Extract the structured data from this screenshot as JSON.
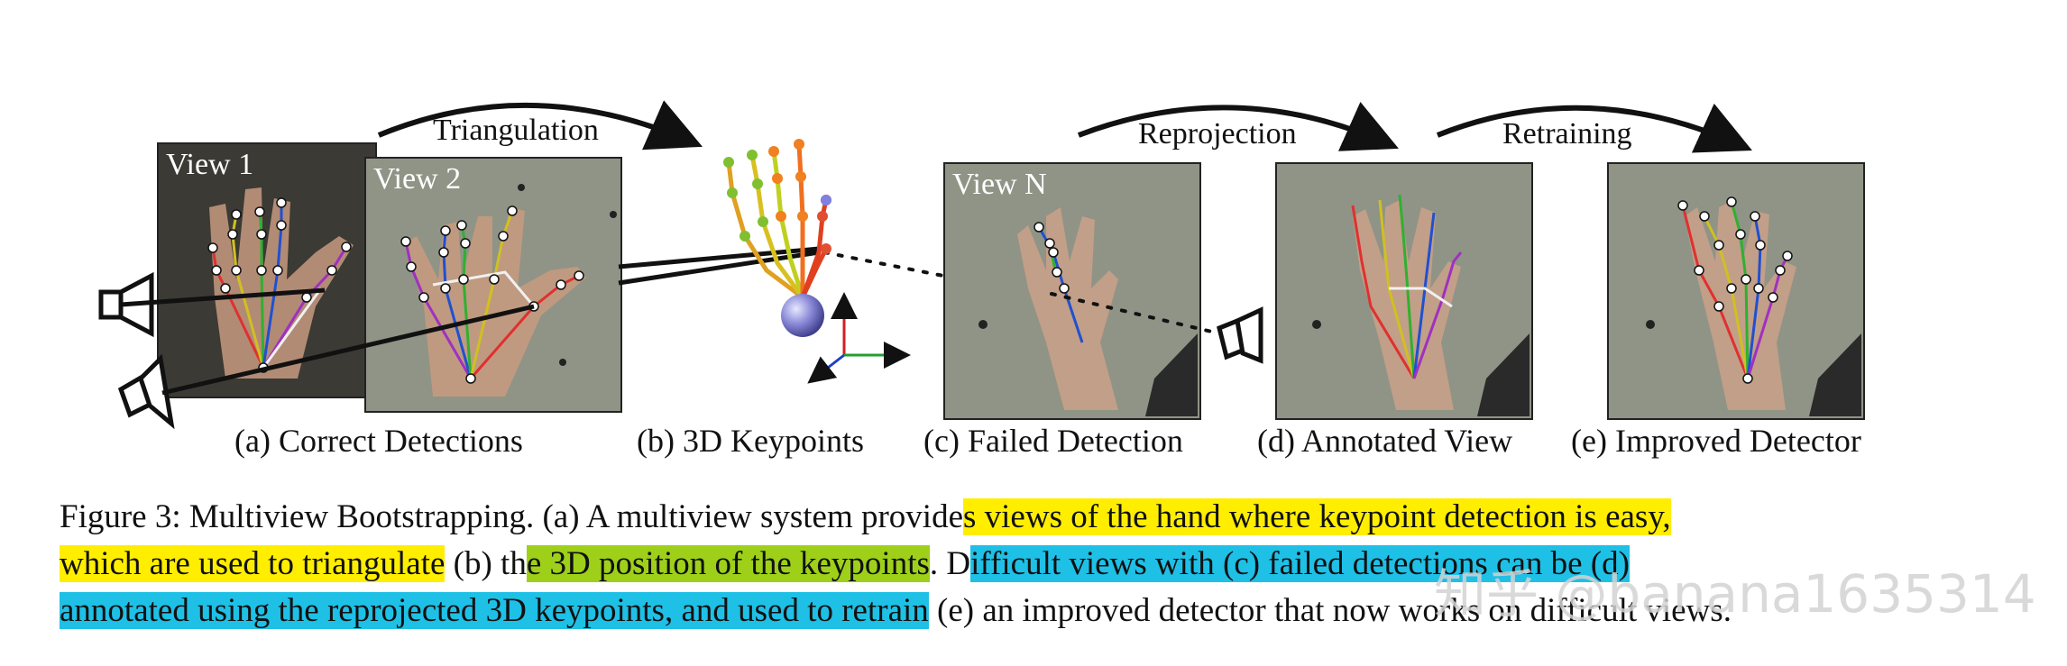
{
  "figure": {
    "views": {
      "view1": "View 1",
      "view2": "View 2",
      "viewN": "View N"
    },
    "arrows": {
      "triangulation": "Triangulation",
      "reprojection": "Reprojection",
      "retraining": "Retraining"
    },
    "subcaptions": {
      "a": "(a) Correct Detections",
      "b": "(b) 3D Keypoints",
      "c": "(c) Failed Detection",
      "d": "(d) Annotated View",
      "e": "(e) Improved Detector"
    }
  },
  "caption": {
    "l1_plain": "Figure 3: Multiview Bootstrapping.  (a) A multiview system provide",
    "l1_yellow": "s views of the hand where keypoint detection is easy,",
    "l2_yellow": "which are used to triangulate",
    "l2_plain1": " (b) th",
    "l2_green": "e 3D position of the keypoints",
    "l2_plain2": ".  D",
    "l2_blue": "ifficult views with (c) failed detections can be (d)",
    "l3_blue": "annotated using the reprojected 3D keypoints, and used to retrain",
    "l3_plain": " (e) an improved detector that now works on difficult views."
  },
  "watermark": "知乎 @banana1635314",
  "colors": {
    "highlight_yellow": "#ffee00",
    "highlight_green": "#9ed01a",
    "highlight_blue": "#1ec0e6"
  }
}
